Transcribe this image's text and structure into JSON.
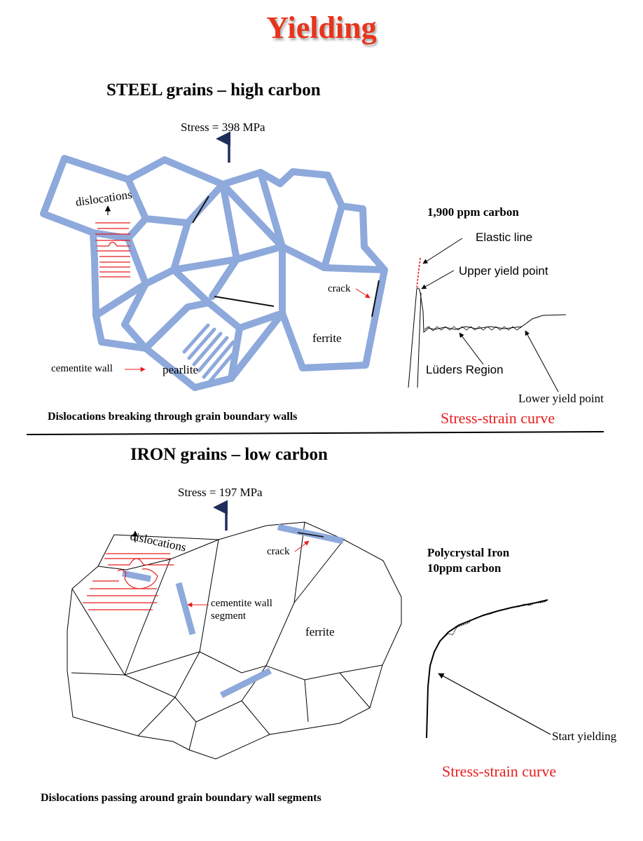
{
  "title": "Yielding",
  "steel": {
    "heading": "STEEL grains – high carbon",
    "stress": "Stress = 398 MPa",
    "label_dislocations": "dislocations",
    "label_crack": "crack",
    "label_ferrite": "ferrite",
    "label_cementite_wall": "cementite wall",
    "label_pearlite": "pearlite",
    "caption": "Dislocations breaking through grain boundary walls"
  },
  "steel_curve": {
    "title": "1,900 ppm carbon",
    "elastic_line": "Elastic line",
    "upper_yield": "Upper yield point",
    "luders": "Lüders Region",
    "lower_yield": "Lower yield point",
    "caption": "Stress-strain curve"
  },
  "iron": {
    "heading": "IRON grains – low carbon",
    "stress": "Stress = 197 MPa",
    "label_dislocations": "dislocations",
    "label_crack": "crack",
    "label_cementite_wall_1": "cementite wall",
    "label_cementite_wall_2": "segment",
    "label_ferrite": "ferrite",
    "caption": "Dislocations passing around grain boundary wall segments"
  },
  "iron_curve": {
    "title_1": "Polycrystal Iron",
    "title_2": "10ppm carbon",
    "start_yielding": "Start yielding",
    "caption": "Stress-strain curve"
  },
  "colors": {
    "title": "#e8331c",
    "grain_boundary": "#8ea9db",
    "dislocation": "#e81c1c",
    "arrow": "#1f2d5a"
  }
}
